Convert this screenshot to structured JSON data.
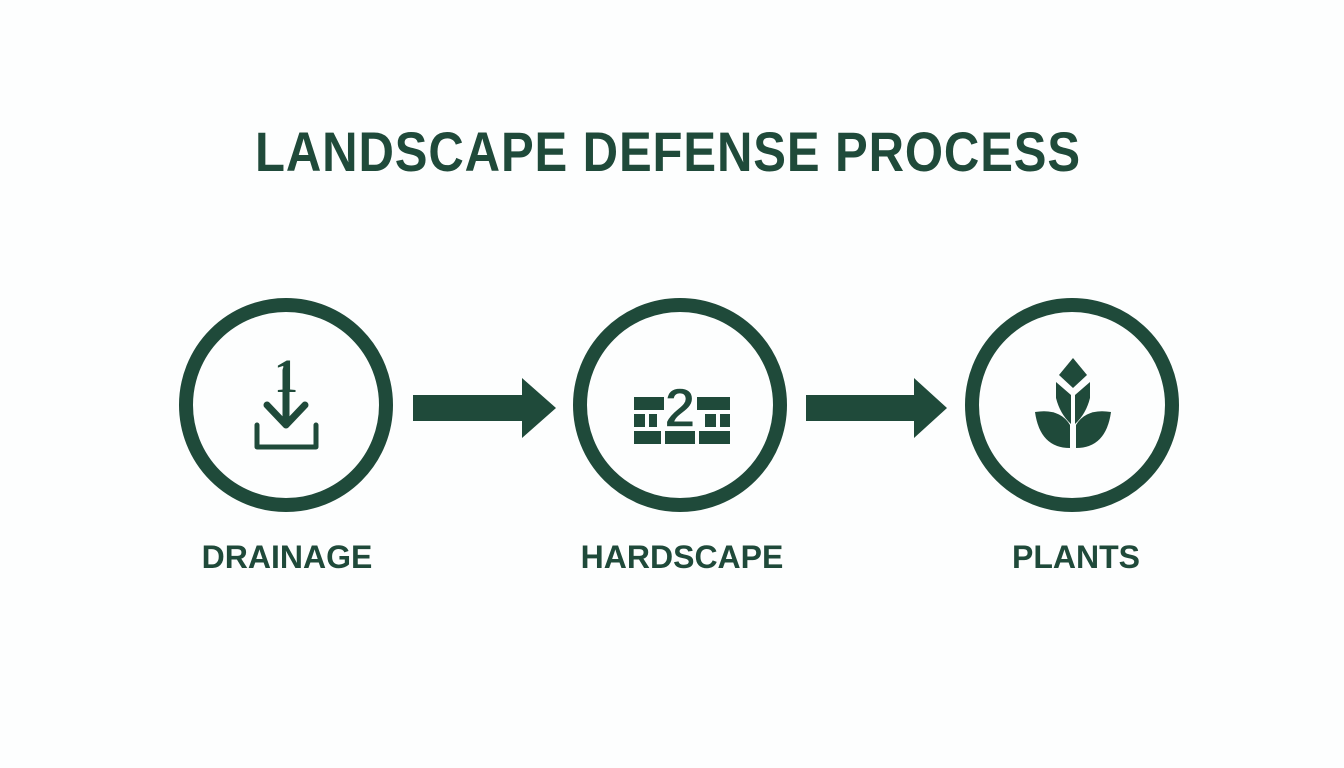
{
  "title": "LANDSCAPE DEFENSE PROCESS",
  "accent_color": "#1f4a3a",
  "steps": [
    {
      "number": "1",
      "label": "DRAINAGE",
      "icon": "download-tray-icon"
    },
    {
      "number": "2",
      "label": "HARDSCAPE",
      "icon": "brick-wall-icon"
    },
    {
      "label": "PLANTS",
      "icon": "sprout-leaves-icon"
    }
  ]
}
